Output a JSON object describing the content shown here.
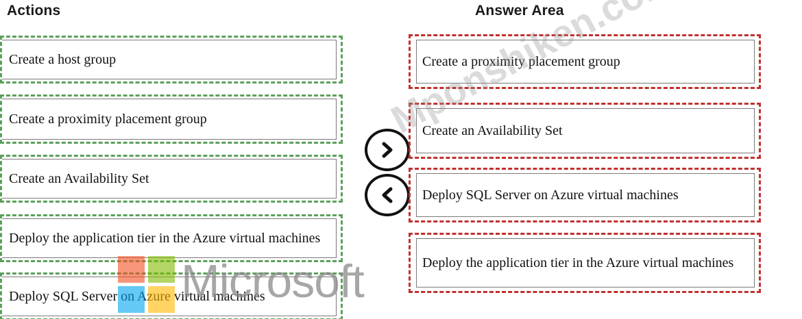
{
  "headings": {
    "actions": "Actions",
    "answer_area": "Answer Area"
  },
  "actions": [
    {
      "label": "Create a host group"
    },
    {
      "label": "Create a proximity placement group"
    },
    {
      "label": "Create an Availability Set"
    },
    {
      "label": "Deploy the application tier in the Azure virtual machines"
    },
    {
      "label": "Deploy SQL Server on Azure virtual machines"
    }
  ],
  "answer_area": [
    {
      "label": "Create a proximity placement group"
    },
    {
      "label": "Create an Availability Set"
    },
    {
      "label": "Deploy SQL Server on Azure virtual machines"
    },
    {
      "label": "Deploy the application tier in the Azure virtual machines"
    }
  ],
  "buttons": {
    "move_right_icon": "chevron-right-icon",
    "move_left_icon": "chevron-left-icon"
  },
  "watermarks": {
    "logo_text": "Microsoft",
    "site_text": "Mponshiken.com"
  },
  "colors": {
    "actions_border": "#5aa05a",
    "answer_border": "#c0302f",
    "logo_red": "#f25022",
    "logo_green": "#7fba00",
    "logo_blue": "#00a4ef",
    "logo_yellow": "#ffb900"
  }
}
